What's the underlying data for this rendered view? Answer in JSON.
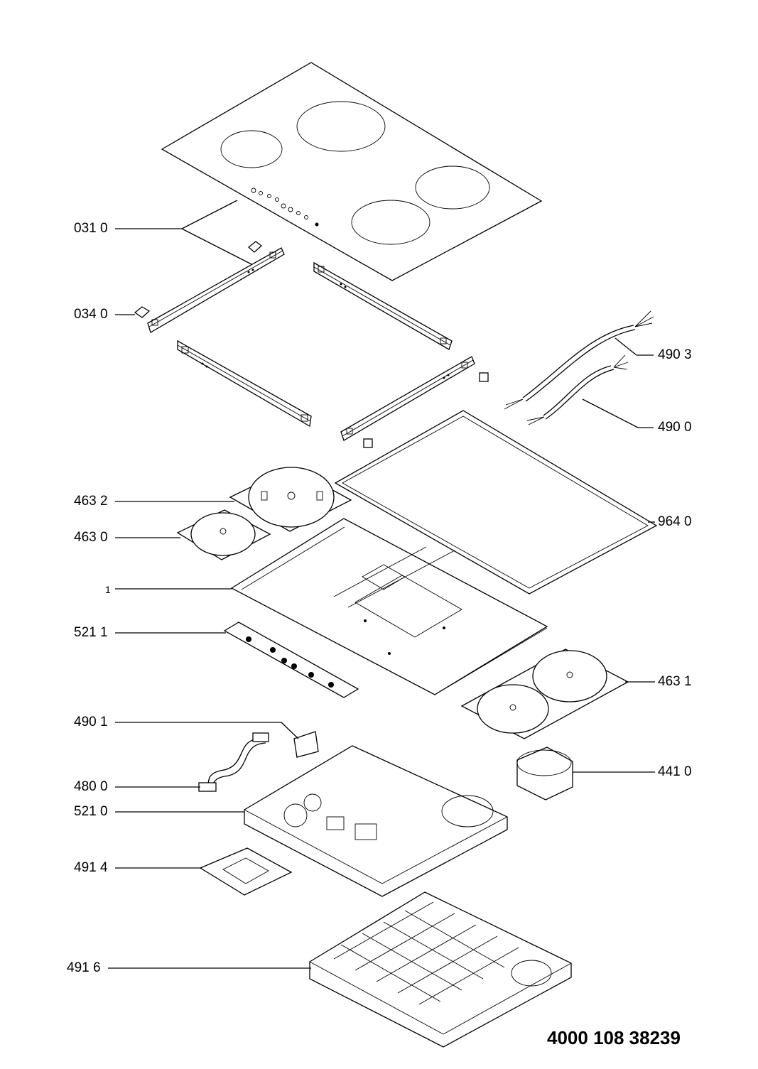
{
  "labels": {
    "p031": "031 0",
    "p034": "034 0",
    "p4903": "490 3",
    "p4900": "490 0",
    "p4632": "463 2",
    "p4630": "463 0",
    "p9640": "964 0",
    "p1": "1",
    "p5211": "521 1",
    "p4631": "463 1",
    "p4901": "490 1",
    "p4800": "480 0",
    "p4410": "441 0",
    "p5210": "521 0",
    "p4914": "491 4",
    "p4916": "491 6"
  },
  "document_number": "4000 108 38239"
}
